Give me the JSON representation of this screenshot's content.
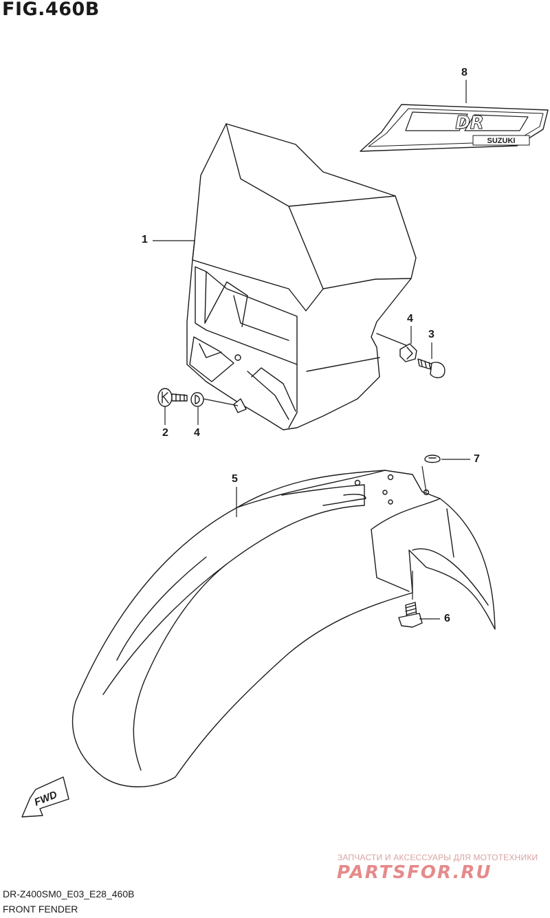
{
  "figure": {
    "title": "FIG.460B",
    "model_code": "DR-Z400SM0_E03_E28_460B",
    "caption": "FRONT FENDER"
  },
  "callouts": [
    {
      "id": "1",
      "label": "1"
    },
    {
      "id": "2",
      "label": "2"
    },
    {
      "id": "3",
      "label": "3"
    },
    {
      "id": "4a",
      "label": "4"
    },
    {
      "id": "4b",
      "label": "4"
    },
    {
      "id": "5",
      "label": "5"
    },
    {
      "id": "6",
      "label": "6"
    },
    {
      "id": "7",
      "label": "7"
    },
    {
      "id": "8",
      "label": "8"
    }
  ],
  "emblem": {
    "logo_text": "DR",
    "brand_text": "SUZUKI"
  },
  "direction_marker": {
    "text": "FWD"
  },
  "watermark": {
    "tagline": "ЗАПЧАСТИ И АКСЕССУАРЫ ДЛЯ МОТОТЕХНИКИ",
    "logo": "PARTSFOR.RU"
  }
}
